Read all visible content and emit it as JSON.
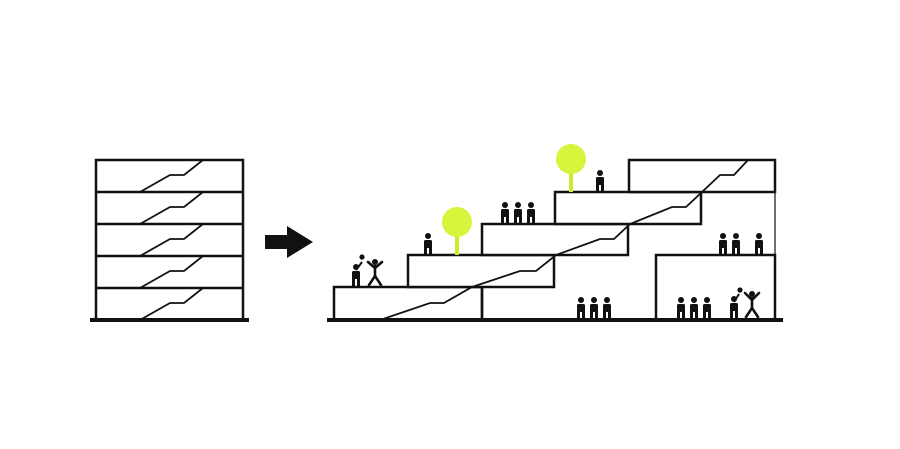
{
  "diagram": {
    "colors": {
      "line": "#111111",
      "tree": "#d6f53c",
      "tree_trunk": "#c8ee2a",
      "background": "#ffffff"
    },
    "left_building": {
      "floors": 5
    },
    "arrow": {
      "icon": "right-arrow-icon"
    },
    "right_building": {
      "terraces": 4,
      "trees": 2,
      "groups": [
        {
          "name": "players-left",
          "count": 2
        },
        {
          "name": "person-terrace-2",
          "count": 1
        },
        {
          "name": "group-terrace-3",
          "count": 3
        },
        {
          "name": "person-top",
          "count": 1
        },
        {
          "name": "group-right-upper",
          "count": 3
        },
        {
          "name": "group-ground-middle",
          "count": 3
        },
        {
          "name": "group-ground-right",
          "count": 3
        },
        {
          "name": "players-right",
          "count": 2
        }
      ]
    }
  }
}
